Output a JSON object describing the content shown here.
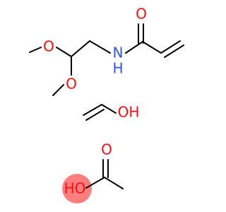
{
  "structures": {
    "acetal_acrylamide": {
      "labels": {
        "oxygen_top": "O",
        "oxygen_bottom": "O",
        "nitrogen": "N",
        "hydrogen": "H",
        "carbonyl_oxygen": "O"
      }
    },
    "vinyl_alcohol": {
      "labels": {
        "hydroxyl": "OH"
      }
    },
    "acetic_acid": {
      "labels": {
        "carbonyl_oxygen": "O",
        "hydroxyl": "HO"
      }
    }
  },
  "colors": {
    "bond": "#000000",
    "oxygen": "#ff0d0d",
    "nitrogen": "#3050f8",
    "carbon": "#000000",
    "highlight": "#ff7f7f"
  }
}
